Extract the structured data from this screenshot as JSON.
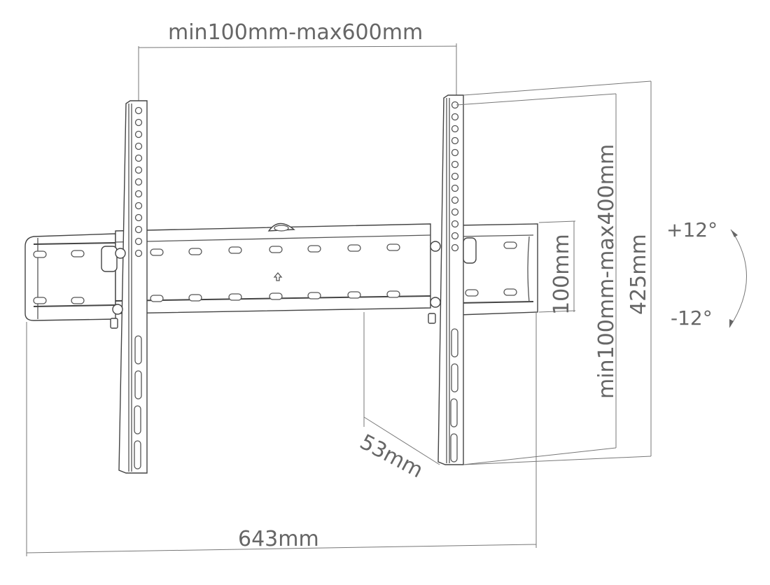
{
  "diagram": {
    "title": "Tilting TV wall mount dimension drawing",
    "colors": {
      "line": "#555555",
      "text": "#666666",
      "background": "#ffffff"
    },
    "dimensions": {
      "horizontal_vesa": "min100mm-max600mm",
      "vertical_vesa": "min100mm-max400mm",
      "wall_plate_height": "100mm",
      "total_height": "425mm",
      "depth": "53mm",
      "wall_plate_width": "643mm"
    },
    "tilt": {
      "up": "+12°",
      "down": "-12°"
    },
    "icons": {
      "tilt_arrow": "curved-double-arrow-icon",
      "up_arrow": "up-arrow-icon"
    }
  }
}
